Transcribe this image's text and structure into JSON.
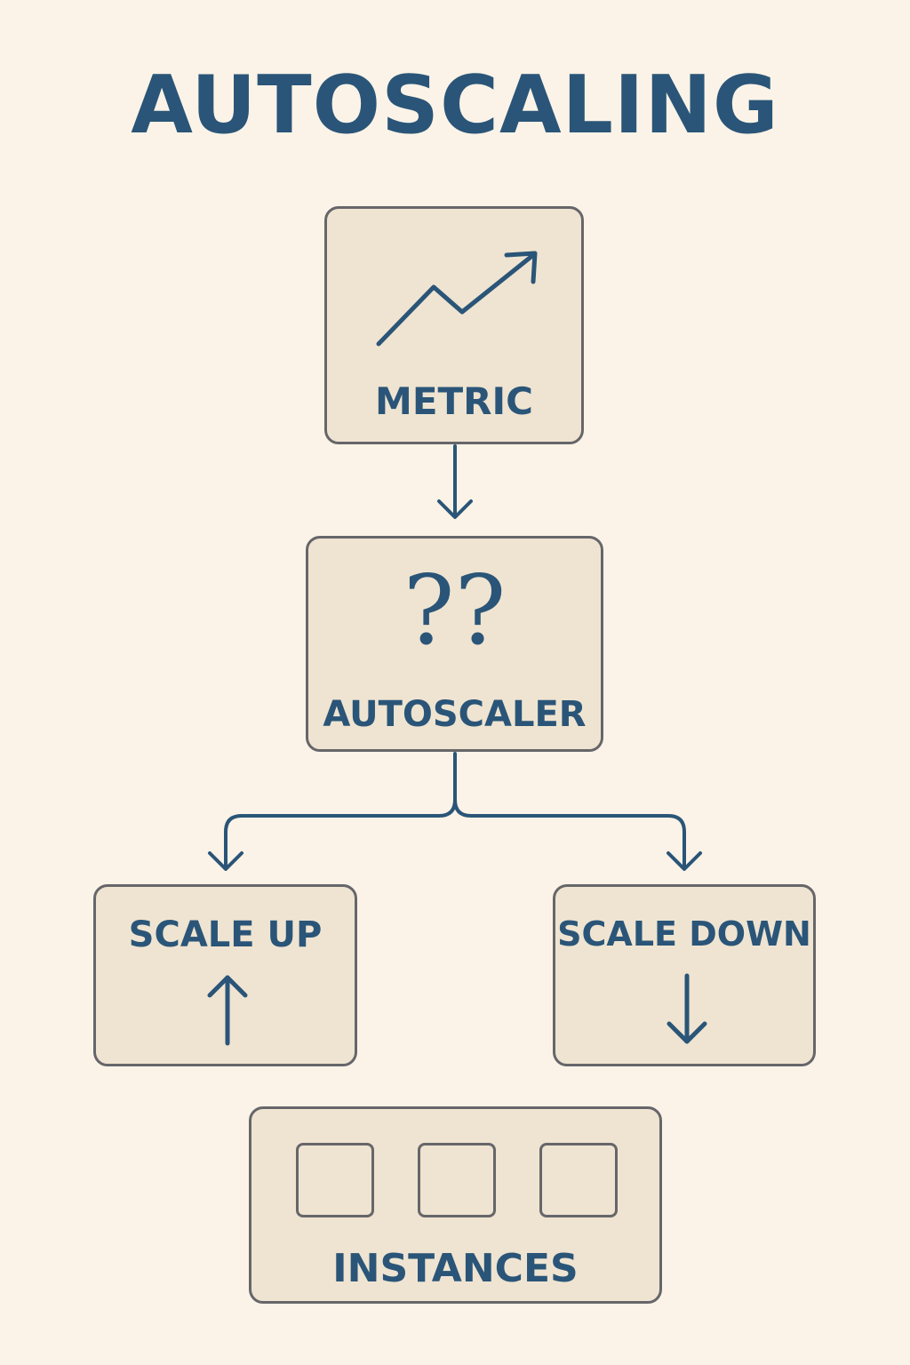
{
  "title": "AUTOSCALING",
  "nodes": {
    "metric": {
      "label": "METRIC",
      "icon": "trend-up-icon"
    },
    "autoscaler": {
      "symbol": "??",
      "label": "AUTOSCALER"
    },
    "scale_up": {
      "label": "SCALE UP",
      "icon": "arrow-up-icon"
    },
    "scale_down": {
      "label": "SCALE DOWN",
      "icon": "arrow-down-icon"
    },
    "instances": {
      "label": "INSTANCES",
      "count": 3
    }
  },
  "edges": [
    {
      "from": "metric",
      "to": "autoscaler"
    },
    {
      "from": "autoscaler",
      "to": "scale_up"
    },
    {
      "from": "autoscaler",
      "to": "scale_down"
    }
  ],
  "colors": {
    "background": "#fbf3e7",
    "box_fill": "#efe4d1",
    "box_border": "#66666a",
    "accent": "#2a5578"
  }
}
